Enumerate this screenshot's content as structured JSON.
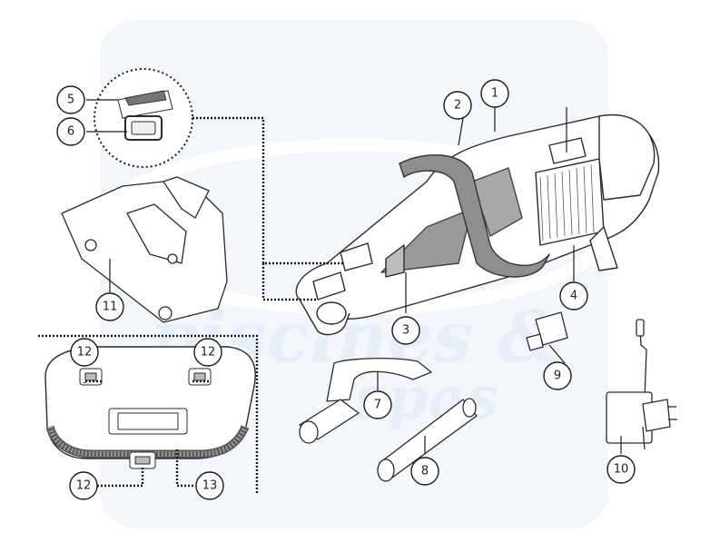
{
  "watermark": {
    "line1": "piscines &",
    "line2": "spas",
    "color": "#e6eef6"
  },
  "colors": {
    "stroke": "#2a2a2a",
    "grey": "#8a8a8a",
    "lightgrey": "#cfcfcf",
    "leader": "#1a1a1a"
  },
  "callouts": [
    {
      "id": "1",
      "label": "1"
    },
    {
      "id": "2",
      "label": "2"
    },
    {
      "id": "3",
      "label": "3"
    },
    {
      "id": "4",
      "label": "4"
    },
    {
      "id": "5",
      "label": "5"
    },
    {
      "id": "6",
      "label": "6"
    },
    {
      "id": "7",
      "label": "7"
    },
    {
      "id": "8",
      "label": "8"
    },
    {
      "id": "9",
      "label": "9"
    },
    {
      "id": "10",
      "label": "10"
    },
    {
      "id": "11",
      "label": "11"
    },
    {
      "id": "12a",
      "label": "12"
    },
    {
      "id": "12b",
      "label": "12"
    },
    {
      "id": "12c",
      "label": "12"
    },
    {
      "id": "13",
      "label": "13"
    }
  ],
  "parts": [
    {
      "id": "vacuum-body",
      "icon": "handheld-vacuum-icon"
    },
    {
      "id": "nozzle-head",
      "icon": "nozzle-head-icon"
    },
    {
      "id": "nozzle-underside",
      "icon": "nozzle-underside-icon"
    },
    {
      "id": "handle-pole-adapter",
      "icon": "handle-adapter-icon"
    },
    {
      "id": "extension-pole",
      "icon": "pole-icon"
    },
    {
      "id": "usb-key",
      "icon": "usb-key-icon"
    },
    {
      "id": "charger",
      "icon": "charger-icon"
    },
    {
      "id": "detail-zoom",
      "icon": "zoom-circle-icon"
    }
  ]
}
